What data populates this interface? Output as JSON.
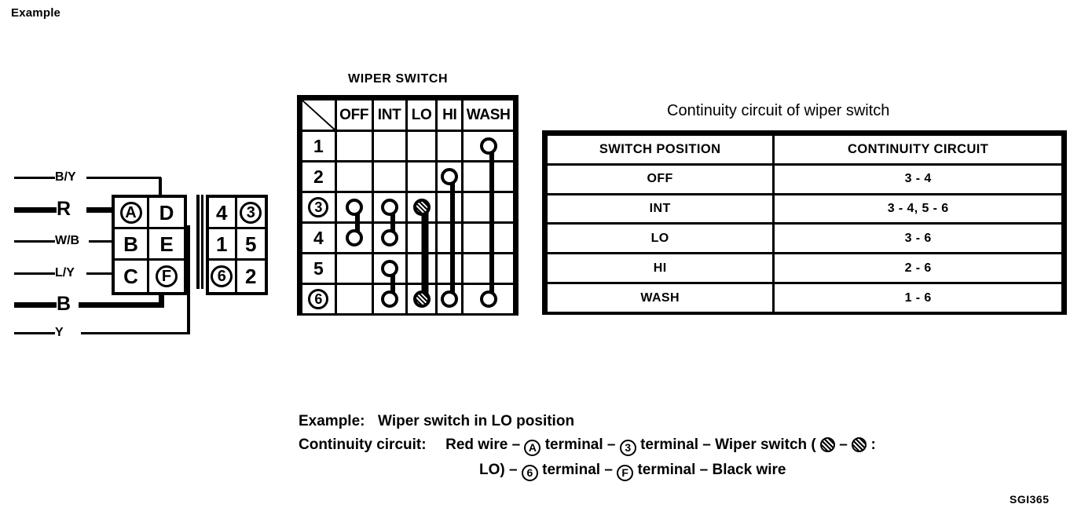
{
  "page": {
    "heading": "Example",
    "figure_code": "SGI365"
  },
  "harness": {
    "wires": [
      {
        "label": "B/Y",
        "bold": false
      },
      {
        "label": "R",
        "bold": true
      },
      {
        "label": "W/B",
        "bold": false
      },
      {
        "label": "L/Y",
        "bold": false
      },
      {
        "label": "B",
        "bold": true
      },
      {
        "label": "Y",
        "bold": false
      }
    ],
    "connector_terminals": [
      {
        "label": "A",
        "circled": true
      },
      {
        "label": "D",
        "circled": false
      },
      {
        "label": "B",
        "circled": false
      },
      {
        "label": "E",
        "circled": false
      },
      {
        "label": "C",
        "circled": false
      },
      {
        "label": "F",
        "circled": true
      }
    ],
    "switch_pins": [
      {
        "label": "4",
        "circled": false
      },
      {
        "label": "3",
        "circled": true
      },
      {
        "label": "1",
        "circled": false
      },
      {
        "label": "5",
        "circled": false
      },
      {
        "label": "6",
        "circled": true
      },
      {
        "label": "2",
        "circled": false
      }
    ]
  },
  "matrix": {
    "title": "WIPER SWITCH",
    "columns": [
      "OFF",
      "INT",
      "LO",
      "HI",
      "WASH"
    ],
    "rows": [
      {
        "label": "1",
        "circled": false
      },
      {
        "label": "2",
        "circled": false
      },
      {
        "label": "3",
        "circled": true
      },
      {
        "label": "4",
        "circled": false
      },
      {
        "label": "5",
        "circled": false
      },
      {
        "label": "6",
        "circled": true
      }
    ],
    "nodes": [
      {
        "row": "1",
        "col": "WASH",
        "style": "open"
      },
      {
        "row": "2",
        "col": "HI",
        "style": "open"
      },
      {
        "row": "3",
        "col": "OFF",
        "style": "open"
      },
      {
        "row": "3",
        "col": "INT",
        "style": "open"
      },
      {
        "row": "3",
        "col": "LO",
        "style": "hatched"
      },
      {
        "row": "4",
        "col": "OFF",
        "style": "open"
      },
      {
        "row": "4",
        "col": "INT",
        "style": "open"
      },
      {
        "row": "5",
        "col": "INT",
        "style": "open"
      },
      {
        "row": "6",
        "col": "INT",
        "style": "open"
      },
      {
        "row": "6",
        "col": "LO",
        "style": "hatched"
      },
      {
        "row": "6",
        "col": "HI",
        "style": "open"
      },
      {
        "row": "6",
        "col": "WASH",
        "style": "open"
      }
    ],
    "links": [
      {
        "col": "OFF",
        "from_row": "3",
        "to_row": "4",
        "thick": false
      },
      {
        "col": "INT",
        "from_row": "3",
        "to_row": "4",
        "thick": false
      },
      {
        "col": "INT",
        "from_row": "5",
        "to_row": "6",
        "thick": false
      },
      {
        "col": "LO",
        "from_row": "3",
        "to_row": "6",
        "thick": true
      },
      {
        "col": "HI",
        "from_row": "2",
        "to_row": "6",
        "thick": false
      },
      {
        "col": "WASH",
        "from_row": "1",
        "to_row": "6",
        "thick": false
      }
    ]
  },
  "chart_data": {
    "type": "table",
    "title": "Continuity circuit of wiper switch",
    "columns": [
      "SWITCH POSITION",
      "CONTINUITY CIRCUIT"
    ],
    "rows": [
      [
        "OFF",
        "3 - 4"
      ],
      [
        "INT",
        "3 - 4, 5 - 6"
      ],
      [
        "LO",
        "3 - 6"
      ],
      [
        "HI",
        "2 - 6"
      ],
      [
        "WASH",
        "1 - 6"
      ]
    ]
  },
  "caption": {
    "line1_label": "Example:",
    "line1_text": "Wiper switch in LO position",
    "line2_label": "Continuity circuit:",
    "line2_a": "Red wire –",
    "line2_ring1": "A",
    "line2_b": "terminal –",
    "line2_ring2": "3",
    "line2_c": "terminal – Wiper switch (",
    "line2_d": "–",
    "line2_e": ":",
    "line3_a": "LO) –",
    "line3_ring1": "6",
    "line3_b": "terminal –",
    "line3_ring2": "F",
    "line3_c": "terminal – Black wire"
  }
}
